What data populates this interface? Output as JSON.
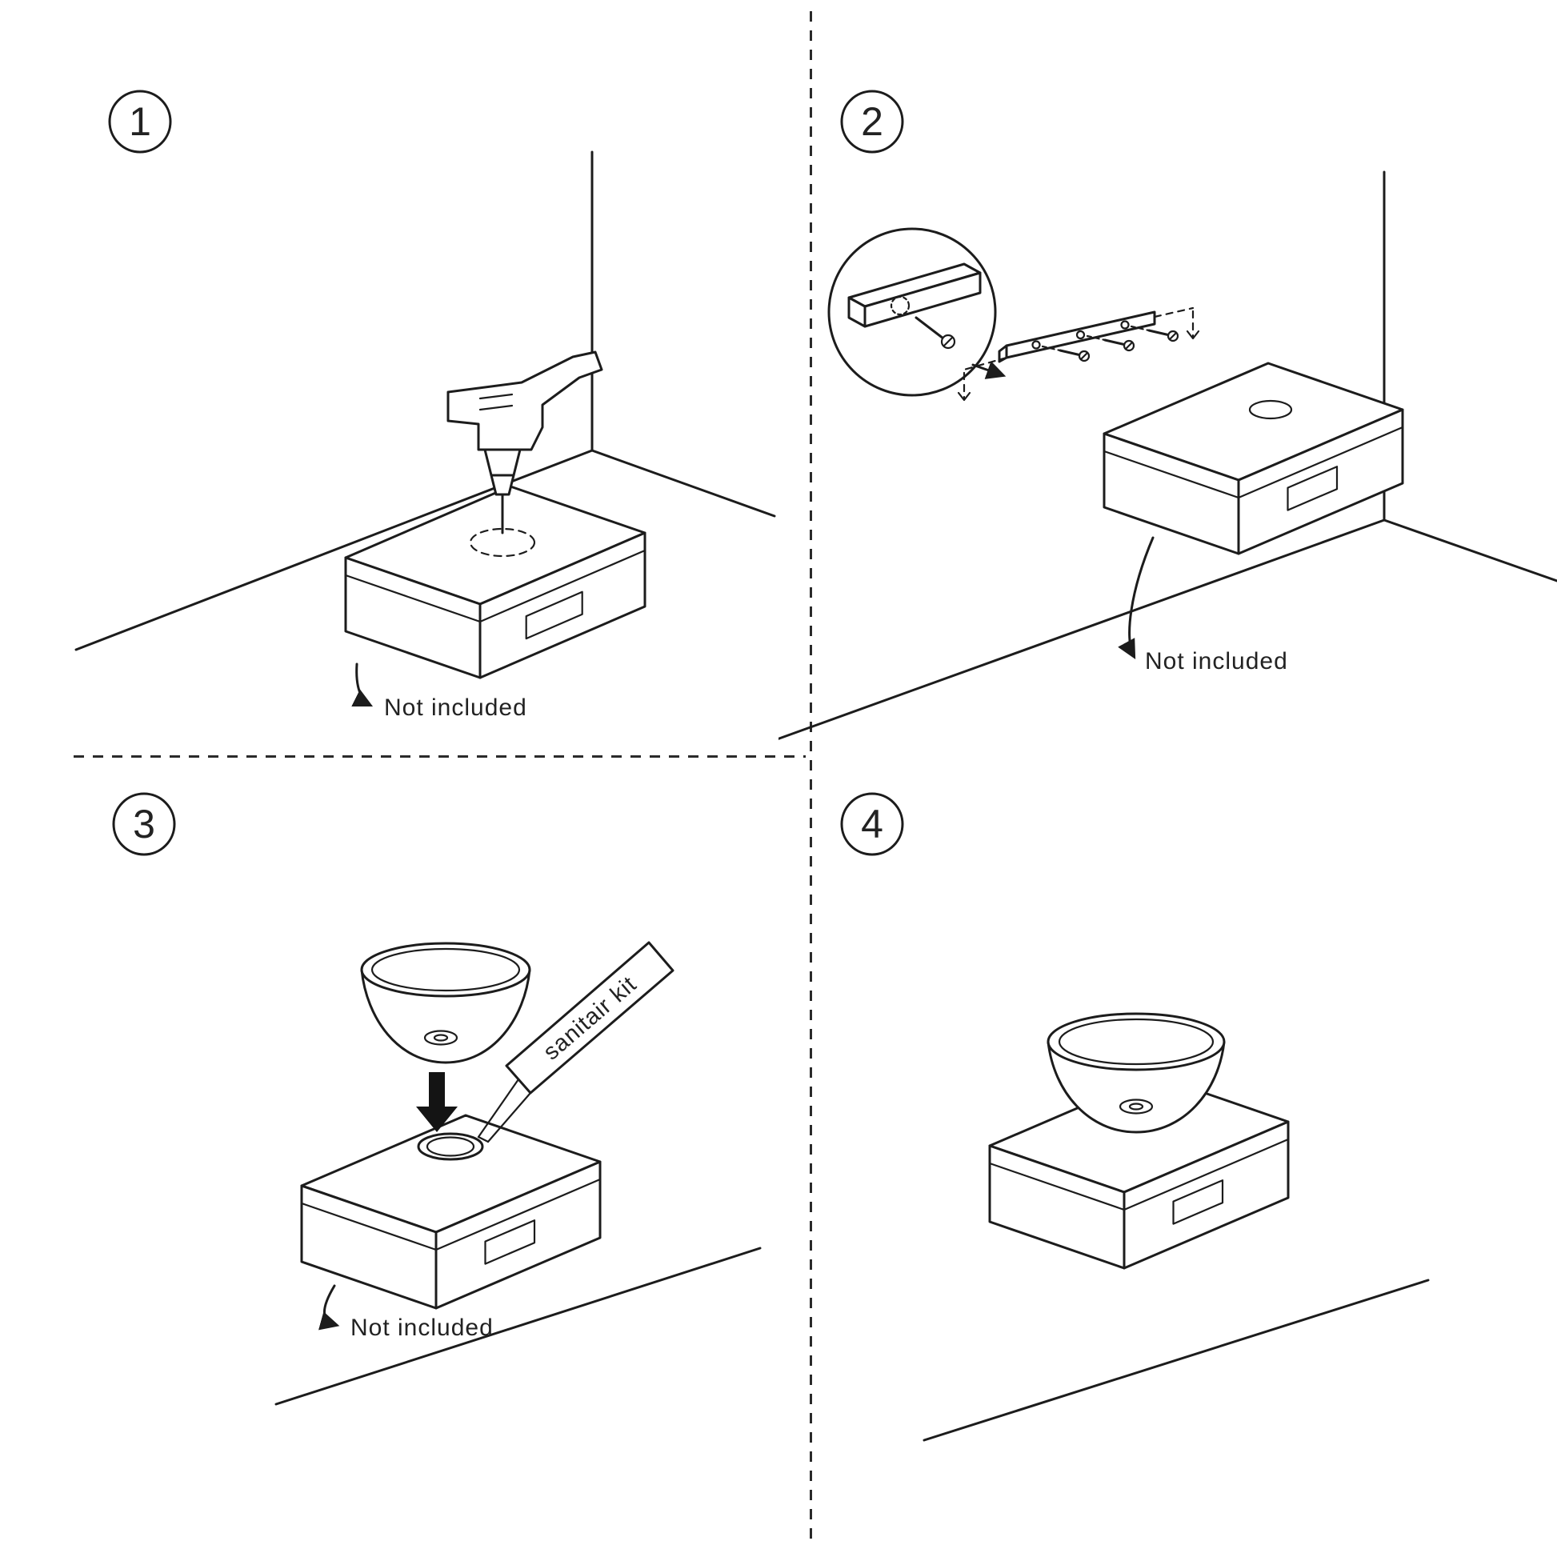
{
  "sheet": {
    "background": "#ffffff",
    "line_color": "#1c1c1c",
    "description": "4-step installation instructions for a vessel basin on a wall-mounted cabinet"
  },
  "steps": [
    {
      "number": "1",
      "note": "Not included"
    },
    {
      "number": "2",
      "note": "Not included"
    },
    {
      "number": "3",
      "note": "Not included",
      "tube_label": "sanitair kit"
    },
    {
      "number": "4"
    }
  ]
}
